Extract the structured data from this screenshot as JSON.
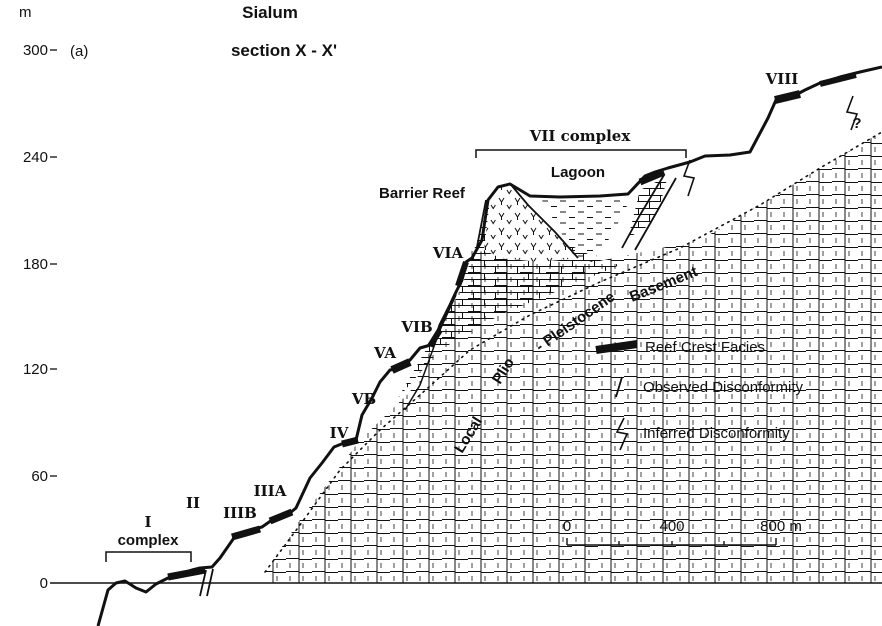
{
  "figure": {
    "title": "Sialum",
    "subtitle": "section X - X'",
    "panel_label": "(a)"
  },
  "axis": {
    "unit_label": "m",
    "ticks": [
      "0",
      "60",
      "120",
      "180",
      "240",
      "300"
    ]
  },
  "labels": {
    "terrace_I": "I",
    "complex_I": "complex",
    "terrace_II": "II",
    "terrace_IIIB": "IIIB",
    "terrace_IIIA": "IIIA",
    "terrace_IV": "IV",
    "terrace_VB": "VB",
    "terrace_VA": "VA",
    "terrace_VIB": "VIB",
    "terrace_VIA": "VIA",
    "terrace_VII": "VII complex",
    "terrace_VIII": "VIII",
    "barrier_reef": "Barrier Reef",
    "lagoon": "Lagoon",
    "question_mark": "?"
  },
  "basement": {
    "local": "Local",
    "plio": "Plio",
    "pleistocene": "- Pleistocene",
    "basement": "Basement"
  },
  "legend": {
    "reef_crest": "Reef Crest Facies",
    "observed": "Observed Disconformity",
    "inferred": "Inferred Disconformity"
  },
  "scale_bar": {
    "tick_0": "0",
    "tick_400": "400",
    "tick_800": "800 m"
  },
  "colors": {
    "ink": "#111111",
    "background": "#ffffff"
  }
}
